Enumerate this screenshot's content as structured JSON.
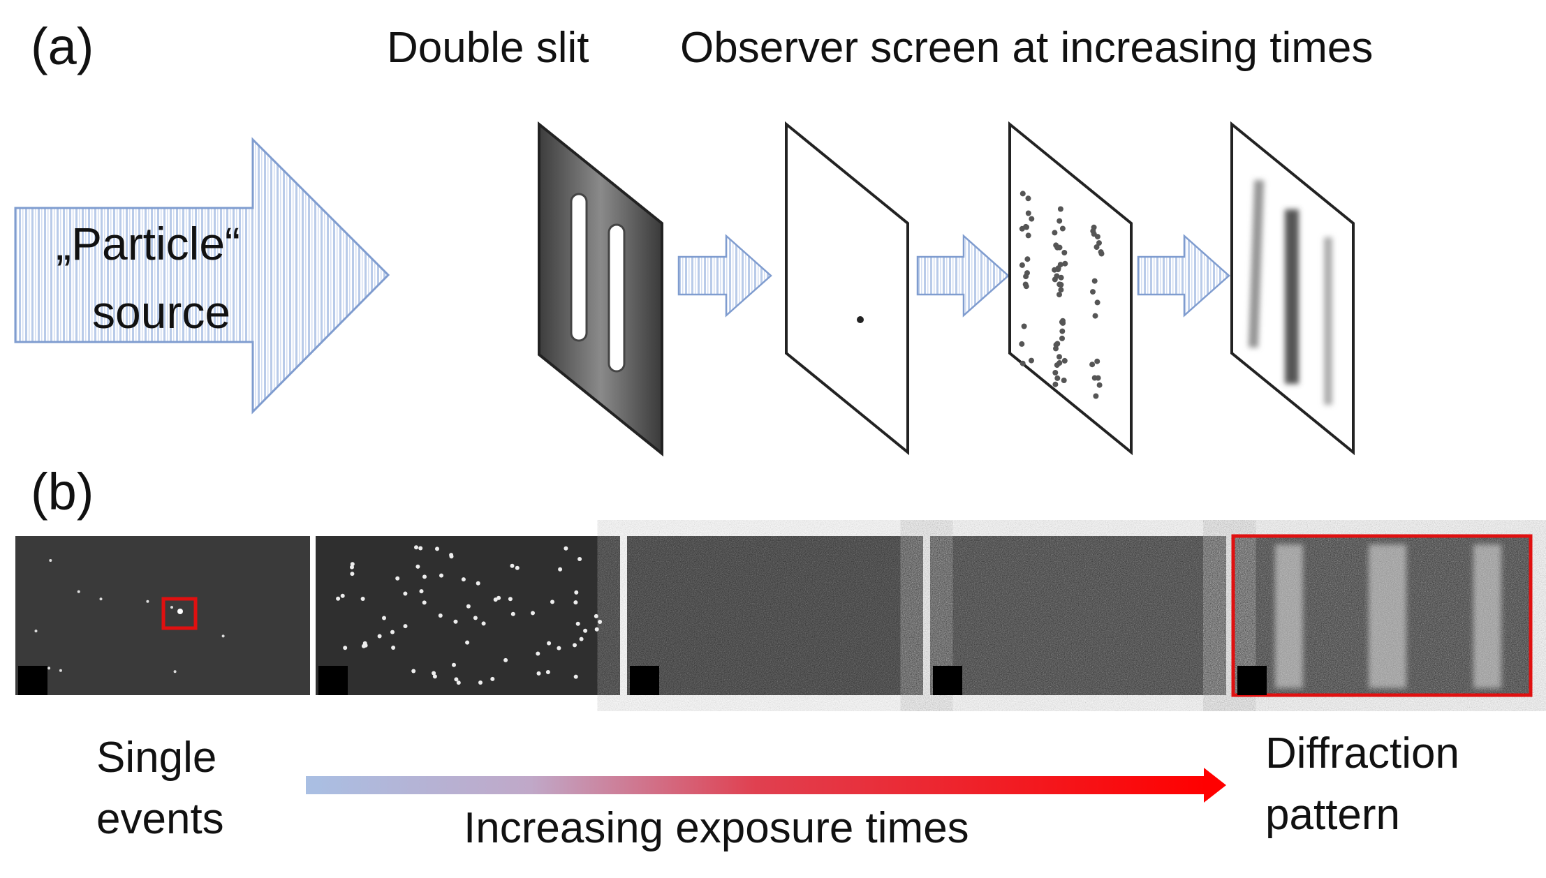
{
  "panel_a": {
    "label": "(a)",
    "title_double_slit": "Double slit",
    "title_screens": "Observer screen at increasing times",
    "source_line1": "„Particle“",
    "source_line2": "source"
  },
  "panel_b": {
    "label": "(b)",
    "caption_left_line1": "Single",
    "caption_left_line2": "events",
    "caption_right_line1": "Diffraction",
    "caption_right_line2": "pattern",
    "caption_arrow": "Increasing exposure times"
  },
  "colors": {
    "arrow_stripe": "#9bb3da",
    "arrow_outline": "#7f9ccf",
    "highlight_red": "#e01010",
    "gradient_start": "#a9bfe3",
    "gradient_end": "#ff0000"
  }
}
